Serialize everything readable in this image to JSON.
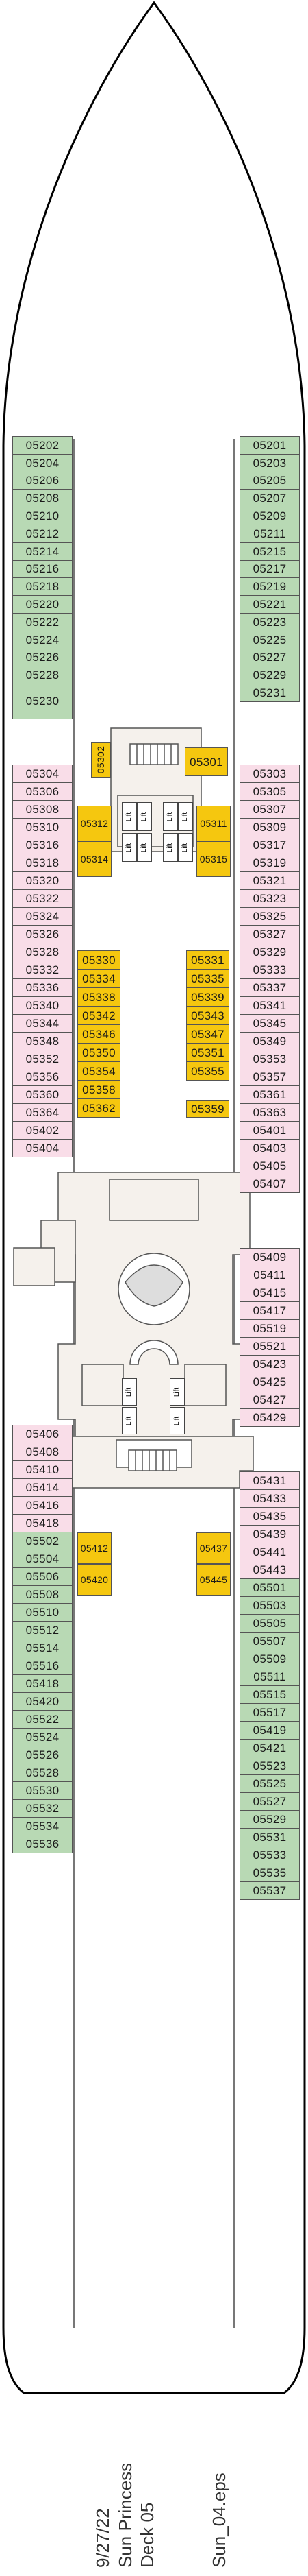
{
  "deck": {
    "date": "9/27/22",
    "ship": "Sun Princess",
    "deck_name": "Deck 05",
    "file": "Sun_04.eps"
  },
  "lift_label": "Lift",
  "colors": {
    "green": "#b8d9b4",
    "pink": "#f9dde8",
    "yellow": "#f5c70f",
    "hull": "#000000",
    "public": "#f5f1ec"
  },
  "cabins": {
    "left_fwd": [
      "05202",
      "05204",
      "05206",
      "05208",
      "05210",
      "05212",
      "05214",
      "05216",
      "05218",
      "05220",
      "05222",
      "05224",
      "05226",
      "05228",
      "05230"
    ],
    "right_fwd": [
      "05201",
      "05203",
      "05205",
      "05207",
      "05209",
      "05211",
      "05215",
      "05217",
      "05219",
      "05221",
      "05223",
      "05225",
      "05227",
      "05229",
      "05231"
    ],
    "left_mid": [
      "05304",
      "05306",
      "05308",
      "05310",
      "05316",
      "05318",
      "05320",
      "05322",
      "05324",
      "05326",
      "05328",
      "05332",
      "05336",
      "05340",
      "05344",
      "05348",
      "05352",
      "05356",
      "05360",
      "05364",
      "05402",
      "05404"
    ],
    "right_mid": [
      "05303",
      "05305",
      "05307",
      "05309",
      "05317",
      "05319",
      "05321",
      "05323",
      "05325",
      "05327",
      "05329",
      "05333",
      "05337",
      "05341",
      "05345",
      "05349",
      "05353",
      "05357",
      "05361",
      "05363",
      "05401",
      "05403",
      "05405",
      "05407"
    ],
    "right_mid2": [
      "05409",
      "05411",
      "05415",
      "05417",
      "05519",
      "05521",
      "05423",
      "05425",
      "05427",
      "05429"
    ],
    "left_aft_pink": [
      "05406",
      "05408",
      "05410",
      "05414",
      "05416",
      "05418"
    ],
    "right_aft_pink": [
      "05431",
      "05433",
      "05435",
      "05439",
      "05441",
      "05443"
    ],
    "left_aft_green": [
      "05502",
      "05504",
      "05506",
      "05508",
      "05510",
      "05512",
      "05514",
      "05516",
      "05418",
      "05420",
      "05522",
      "05524",
      "05526",
      "05528",
      "05530",
      "05532",
      "05534",
      "05536"
    ],
    "right_aft_green": [
      "05501",
      "05503",
      "05505",
      "05507",
      "05509",
      "05511",
      "05515",
      "05517",
      "05419",
      "05421",
      "05523",
      "05525",
      "05527",
      "05529",
      "05531",
      "05533",
      "05535",
      "05537"
    ],
    "inner_left": [
      "05330",
      "05334",
      "05338",
      "05342",
      "05346",
      "05350",
      "05354",
      "05358",
      "05362"
    ],
    "inner_right": [
      "05331",
      "05335",
      "05339",
      "05343",
      "05347",
      "05351",
      "05355"
    ],
    "inner_right_single": "05359",
    "small_yellow": {
      "c05302": "05302",
      "c05301": "05301",
      "c05312": "05312",
      "c05314": "05314",
      "c05311": "05311",
      "c05315": "05315",
      "c05412": "05412",
      "c05420": "05420",
      "c05437": "05437",
      "c05445": "05445"
    }
  }
}
